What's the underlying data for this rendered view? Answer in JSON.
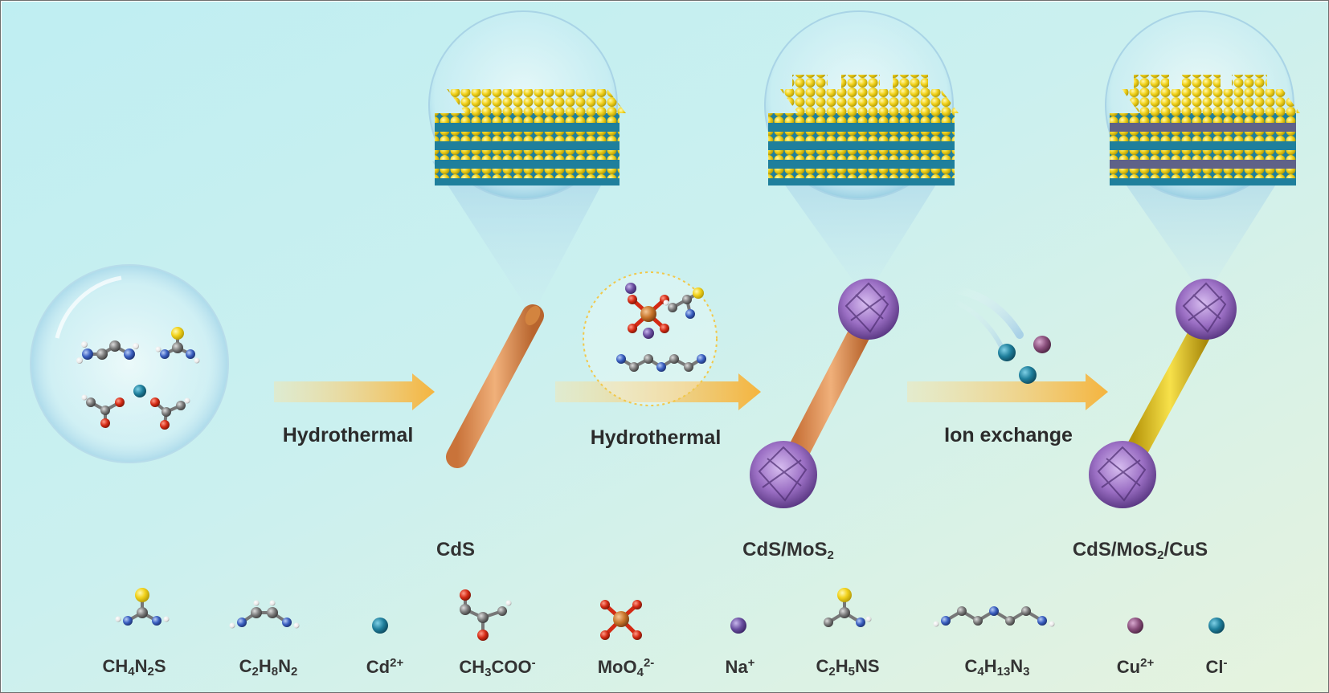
{
  "arrows": {
    "step1": "Hydrothermal",
    "step2": "Hydrothermal",
    "step3": "Ion exchange"
  },
  "products": {
    "cds": "CdS",
    "cds_mos2": {
      "main": "CdS/MoS",
      "sub": "2"
    },
    "cds_mos2_cus": {
      "main1": "CdS/MoS",
      "sub": "2",
      "main2": "/CuS"
    }
  },
  "legend": [
    {
      "key": "ch4n2s",
      "parts": [
        [
          "",
          "CH"
        ],
        [
          "sub",
          "4"
        ],
        [
          "",
          "N"
        ],
        [
          "sub",
          "2"
        ],
        [
          "",
          "S"
        ]
      ]
    },
    {
      "key": "c2h8n2",
      "parts": [
        [
          "",
          "C"
        ],
        [
          "sub",
          "2"
        ],
        [
          "",
          "H"
        ],
        [
          "sub",
          "8"
        ],
        [
          "",
          "N"
        ],
        [
          "sub",
          "2"
        ]
      ]
    },
    {
      "key": "cd2",
      "parts": [
        [
          "",
          "Cd"
        ],
        [
          "sup",
          "2+"
        ]
      ]
    },
    {
      "key": "ch3coo",
      "parts": [
        [
          "",
          "CH"
        ],
        [
          "sub",
          "3"
        ],
        [
          "",
          "COO"
        ],
        [
          "sup",
          "-"
        ]
      ]
    },
    {
      "key": "moo4",
      "parts": [
        [
          "",
          "MoO"
        ],
        [
          "sub",
          "4"
        ],
        [
          "sup",
          "2-"
        ]
      ]
    },
    {
      "key": "na",
      "parts": [
        [
          "",
          "Na"
        ],
        [
          "sup",
          "+"
        ]
      ]
    },
    {
      "key": "c2h5ns",
      "parts": [
        [
          "",
          "C"
        ],
        [
          "sub",
          "2"
        ],
        [
          "",
          "H"
        ],
        [
          "sub",
          "5"
        ],
        [
          "",
          "NS"
        ]
      ]
    },
    {
      "key": "c4h13n3",
      "parts": [
        [
          "",
          "C"
        ],
        [
          "sub",
          "4"
        ],
        [
          "",
          "H"
        ],
        [
          "sub",
          "13"
        ],
        [
          "",
          "N"
        ],
        [
          "sub",
          "3"
        ]
      ]
    },
    {
      "key": "cu2",
      "parts": [
        [
          "",
          "Cu"
        ],
        [
          "sup",
          "2+"
        ]
      ]
    },
    {
      "key": "cl",
      "parts": [
        [
          "",
          "Cl"
        ],
        [
          "sup",
          "-"
        ]
      ]
    }
  ],
  "colors": {
    "sulfur": "#f2d21c",
    "cadmium": "#1f7f9c",
    "copper": "#8a4f7c",
    "sodium": "#6a4fa0",
    "molybdate_center": "#c8742a",
    "oxygen": "#d42a14",
    "carbon": "#7a7a7a",
    "nitrogen": "#3a5fc0",
    "hydrogen": "#f4f4f4",
    "arrow": "#f6c65a",
    "cds_rod": "#e59a5a",
    "cus_rod": "#e4c21a",
    "mos2_flower": "#9b6fc4"
  }
}
